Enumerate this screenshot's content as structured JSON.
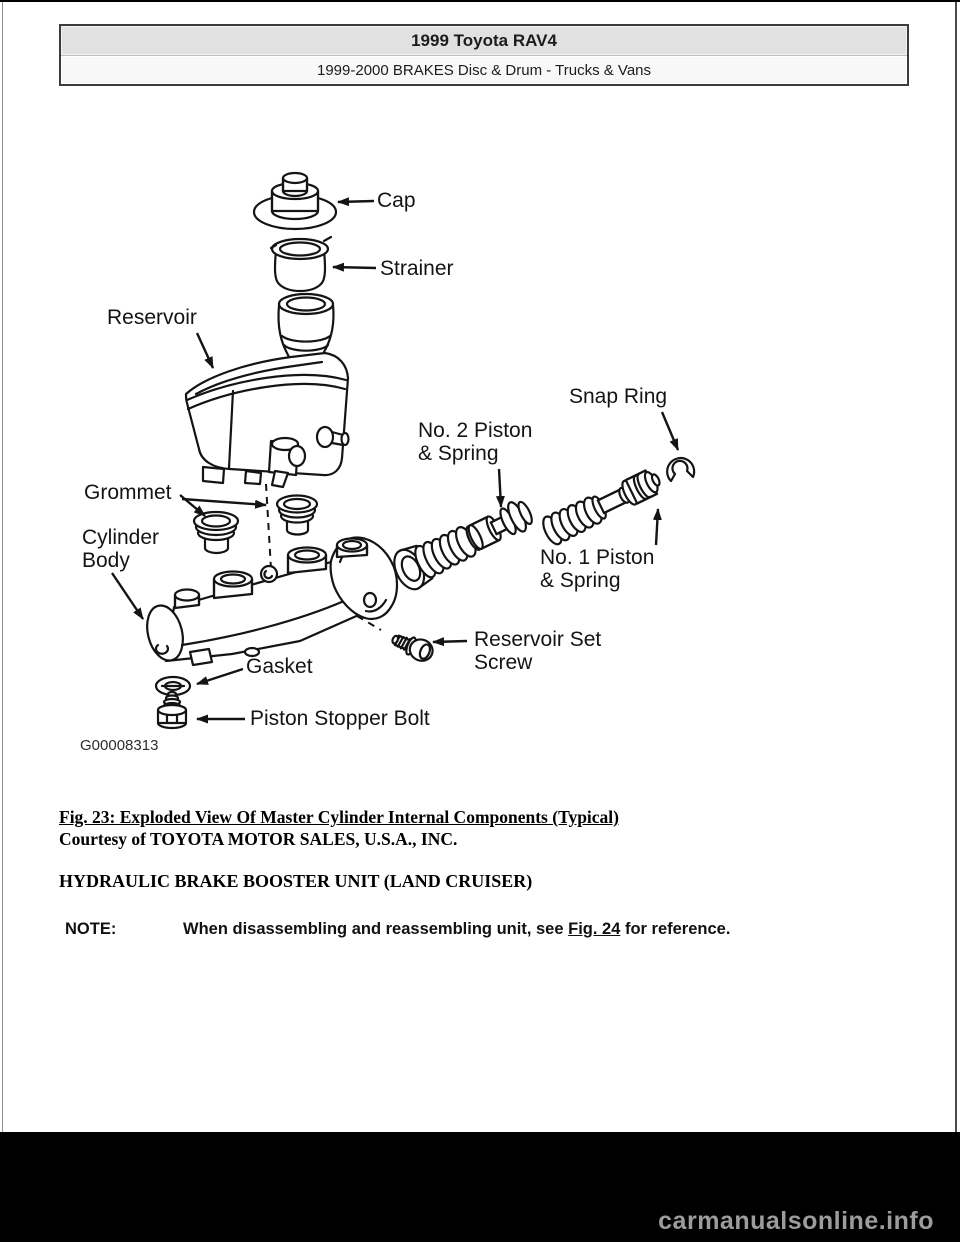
{
  "header": {
    "title": "1999 Toyota RAV4",
    "subtitle": "1999-2000 BRAKES Disc & Drum - Trucks & Vans"
  },
  "figure": {
    "code": "G00008313",
    "labels": {
      "cap": "Cap",
      "strainer": "Strainer",
      "reservoir": "Reservoir",
      "snap_ring": "Snap Ring",
      "no2_piston": {
        "line1": "No. 2 Piston",
        "line2": "& Spring"
      },
      "no1_piston": {
        "line1": "No. 1 Piston",
        "line2": "& Spring"
      },
      "grommet": "Grommet",
      "cylinder_body": {
        "line1": "Cylinder",
        "line2": "Body"
      },
      "reservoir_set_screw": {
        "line1": "Reservoir Set",
        "line2": "Screw"
      },
      "gasket": "Gasket",
      "piston_stopper_bolt": "Piston Stopper Bolt"
    }
  },
  "caption": {
    "line1": "Fig. 23: Exploded View Of Master Cylinder Internal Components (Typical)",
    "line2": "Courtesy of TOYOTA MOTOR SALES, U.S.A., INC."
  },
  "section_heading": "HYDRAULIC BRAKE BOOSTER UNIT (LAND CRUISER)",
  "note": {
    "label": "NOTE:",
    "before_link": "When disassembling and reassembling unit, see ",
    "link": "Fig. 24",
    "after_link": " for reference."
  },
  "watermark": "carmanualsonline.info",
  "colors": {
    "header_title_bg": "#e1e1e1",
    "header_subtitle_bg": "#f8f8f8",
    "header_border": "#3c3c3c",
    "ink": "#141414",
    "watermark_bar_bg": "#000000",
    "watermark_text": "#9c9c9c"
  }
}
